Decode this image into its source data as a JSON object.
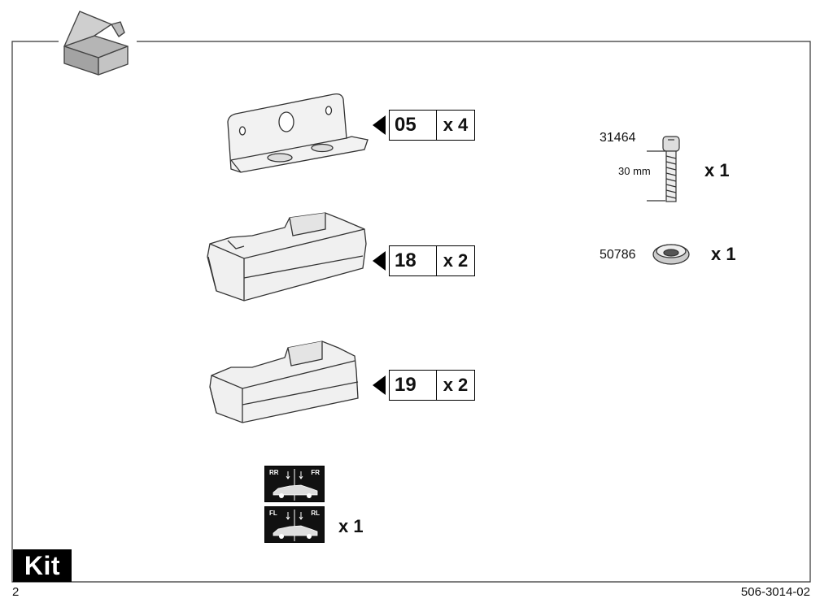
{
  "page": {
    "number": "2",
    "doc_id": "506-3014-02",
    "kit_label": "Kit"
  },
  "parts": [
    {
      "code": "05",
      "qty": "x 4"
    },
    {
      "code": "18",
      "qty": "x 2"
    },
    {
      "code": "19",
      "qty": "x 2"
    }
  ],
  "hardware": {
    "bolt": {
      "number": "31464",
      "length": "30 mm",
      "qty": "x 1"
    },
    "washer": {
      "number": "50786",
      "qty": "x 1"
    }
  },
  "stickers": {
    "top": {
      "left": "RR",
      "right": "FR"
    },
    "bottom": {
      "left": "FL",
      "right": "RL"
    },
    "qty": "x 1"
  },
  "icons": [
    "box-icon",
    "arrow-left-icon",
    "bolt-icon",
    "washer-icon",
    "car-icon"
  ]
}
